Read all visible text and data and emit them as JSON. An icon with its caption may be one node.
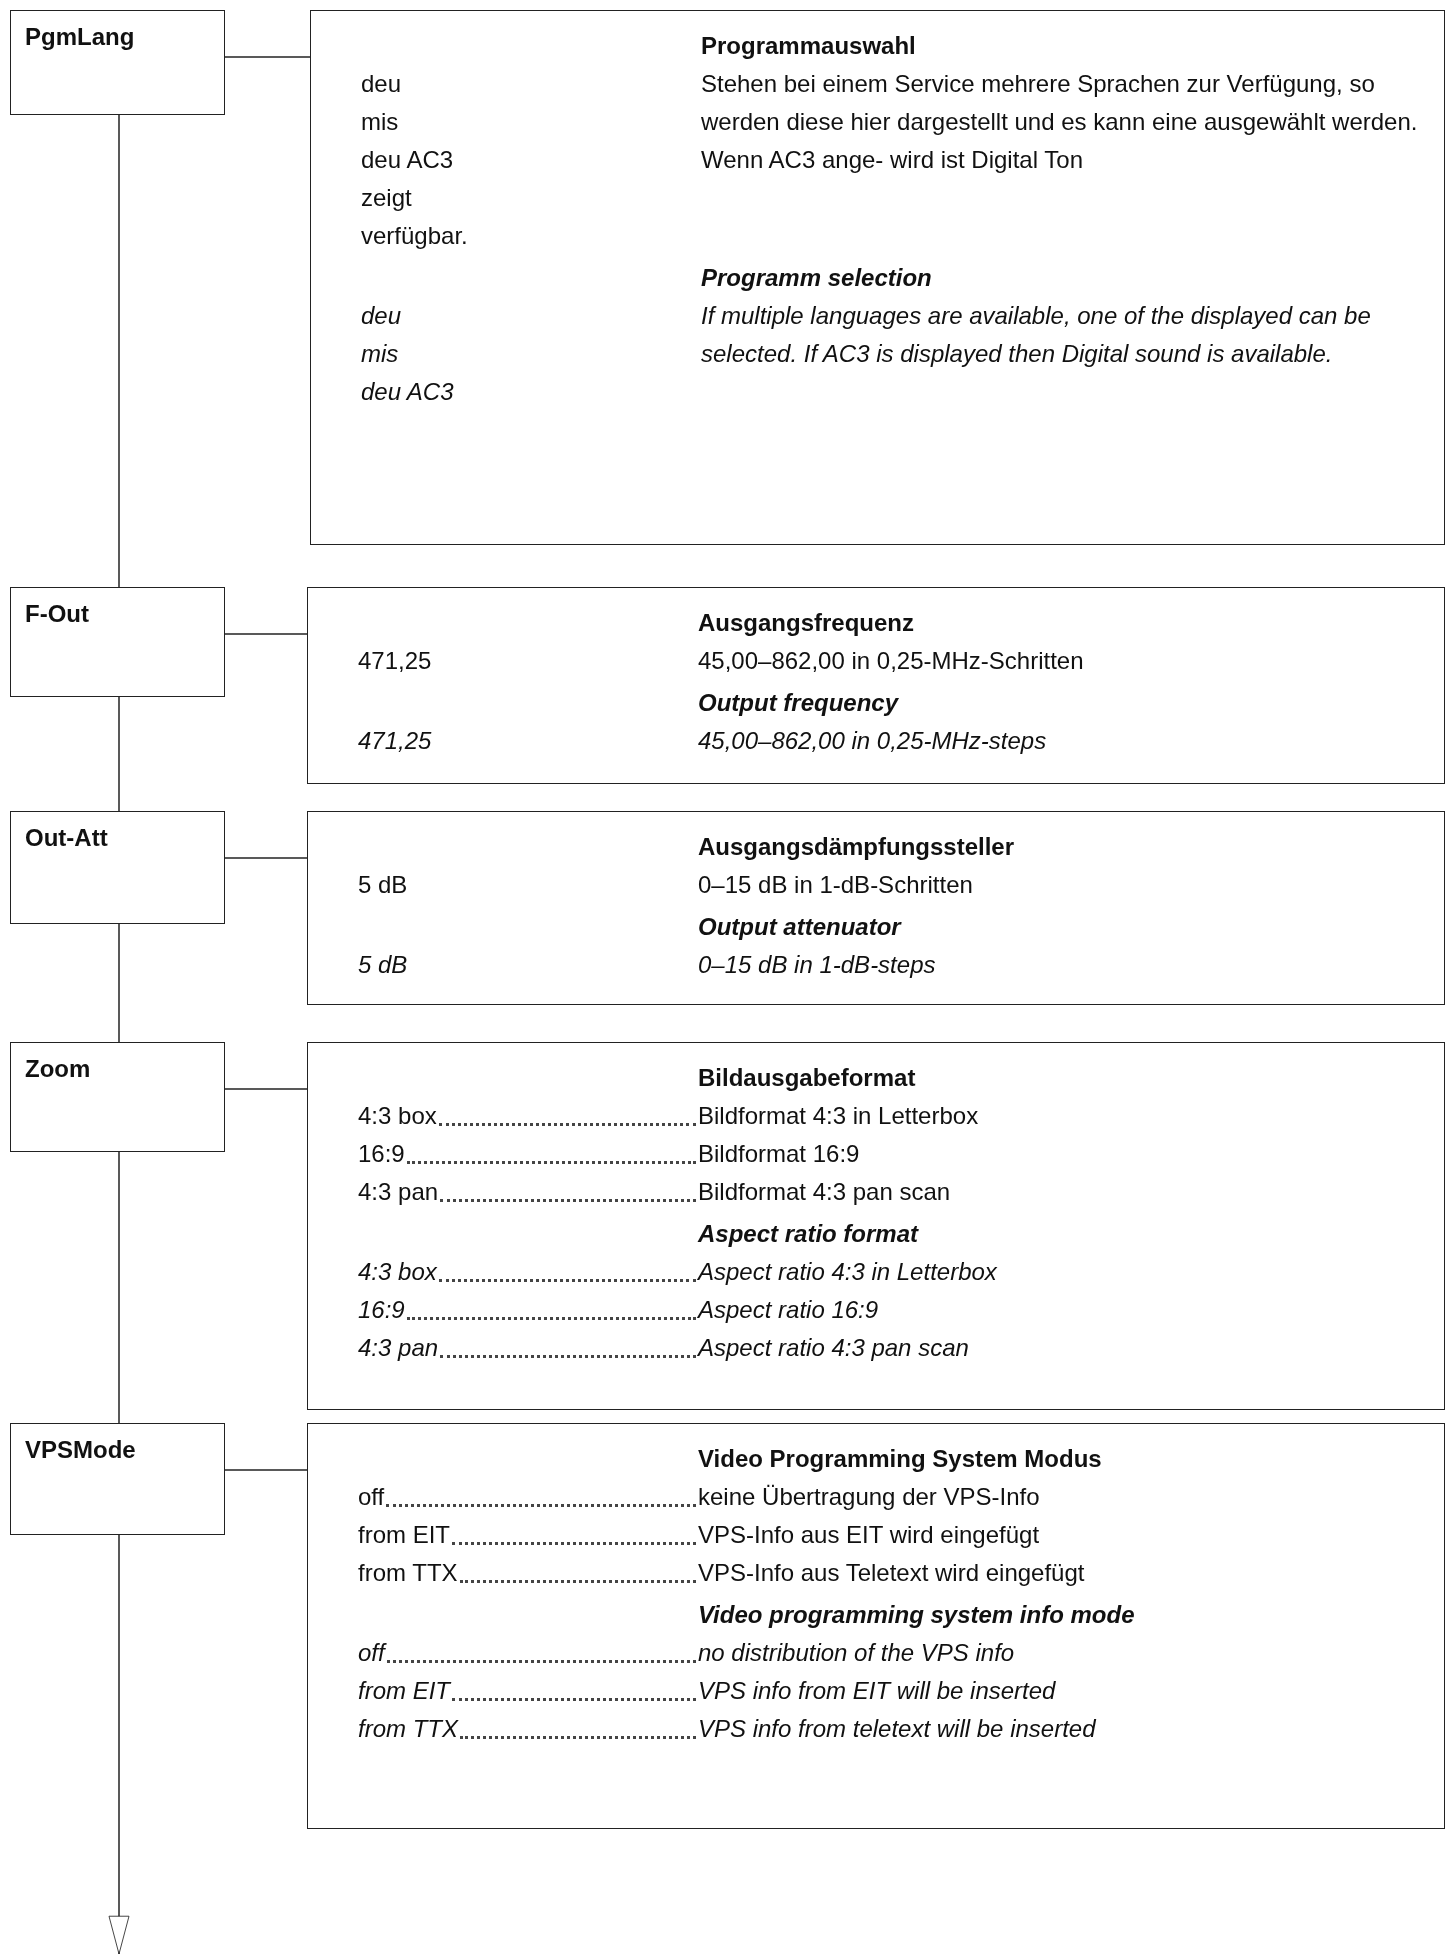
{
  "diagram": {
    "nodes": [
      {
        "text": [
          "PgmLang"
        ]
      },
      {
        "text": [
          "Programmauswahl",
          "deu",
          "mis",
          "deu AC3",
          "zeigt",
          "verfügbar.",
          "Stehen bei einem Service mehrere Sprachen zur Verfügung, so werden diese hier dargestellt und es kann eine ausgewählt werden. Wenn AC3 ange- wird ist Digital Ton",
          "Programm selection",
          "deu",
          "mis",
          "deu AC3",
          "If multiple languages are available, one of the displayed can be selected. If AC3 is displayed then Digital sound is available."
        ]
      },
      {
        "text": [
          "F-Out"
        ]
      },
      {
        "text": [
          "Ausgangsfrequenz",
          "471,25",
          "45,00–862,00 in 0,25-MHz-Schritten",
          "Output frequency",
          "471,25",
          "45,00–862,00 in 0,25-MHz-steps"
        ]
      },
      {
        "text": [
          "Out-Att"
        ]
      },
      {
        "text": [
          "Ausgangsdämpfungssteller",
          "5 dB",
          "0–15 dB in 1-dB-Schritten",
          "Output attenuator",
          "5 dB",
          "0–15 dB in 1-dB-steps"
        ]
      },
      {
        "text": [
          "Zoom"
        ]
      },
      {
        "text": [
          "Bildausgabeformat",
          "4:3 box",
          "Bildformat 4:3 in Letterbox",
          "16:9",
          "Bildformat 16:9",
          "4:3 pan",
          "Bildformat 4:3 pan scan",
          "Aspect ratio format",
          "4:3 box",
          "Aspect ratio 4:3 in Letterbox",
          "16:9",
          "Aspect ratio 16:9",
          "4:3 pan",
          "Aspect ratio 4:3 pan scan"
        ]
      },
      {
        "text": [
          "VPSMode"
        ]
      },
      {
        "text": [
          "Video Programming System Modus",
          "off",
          "keine Übertragung der VPS-Info",
          "from EIT",
          "VPS-Info aus EIT wird eingefügt",
          "from TTX",
          "VPS-Info aus Teletext wird eingefügt",
          "Video programming system info mode",
          "off",
          "no distribution of the VPS info",
          "from EIT",
          "VPS info from EIT will be inserted",
          "from TTX",
          "VPS info from teletext will be inserted"
        ]
      }
    ],
    "edges": [
      {
        "from": 0,
        "to": 1,
        "arrow": "none"
      },
      {
        "from": 0,
        "to": 2,
        "arrow": "none"
      },
      {
        "from": 2,
        "to": 3,
        "arrow": "none"
      },
      {
        "from": 2,
        "to": 4,
        "arrow": "none"
      },
      {
        "from": 4,
        "to": 5,
        "arrow": "none"
      },
      {
        "from": 4,
        "to": 6,
        "arrow": "none"
      },
      {
        "from": 6,
        "to": 7,
        "arrow": "none"
      },
      {
        "from": 6,
        "to": 8,
        "arrow": "none"
      },
      {
        "from": 8,
        "to": 9,
        "arrow": "none"
      },
      {
        "from": 8,
        "to": null,
        "arrow": "to"
      }
    ]
  }
}
